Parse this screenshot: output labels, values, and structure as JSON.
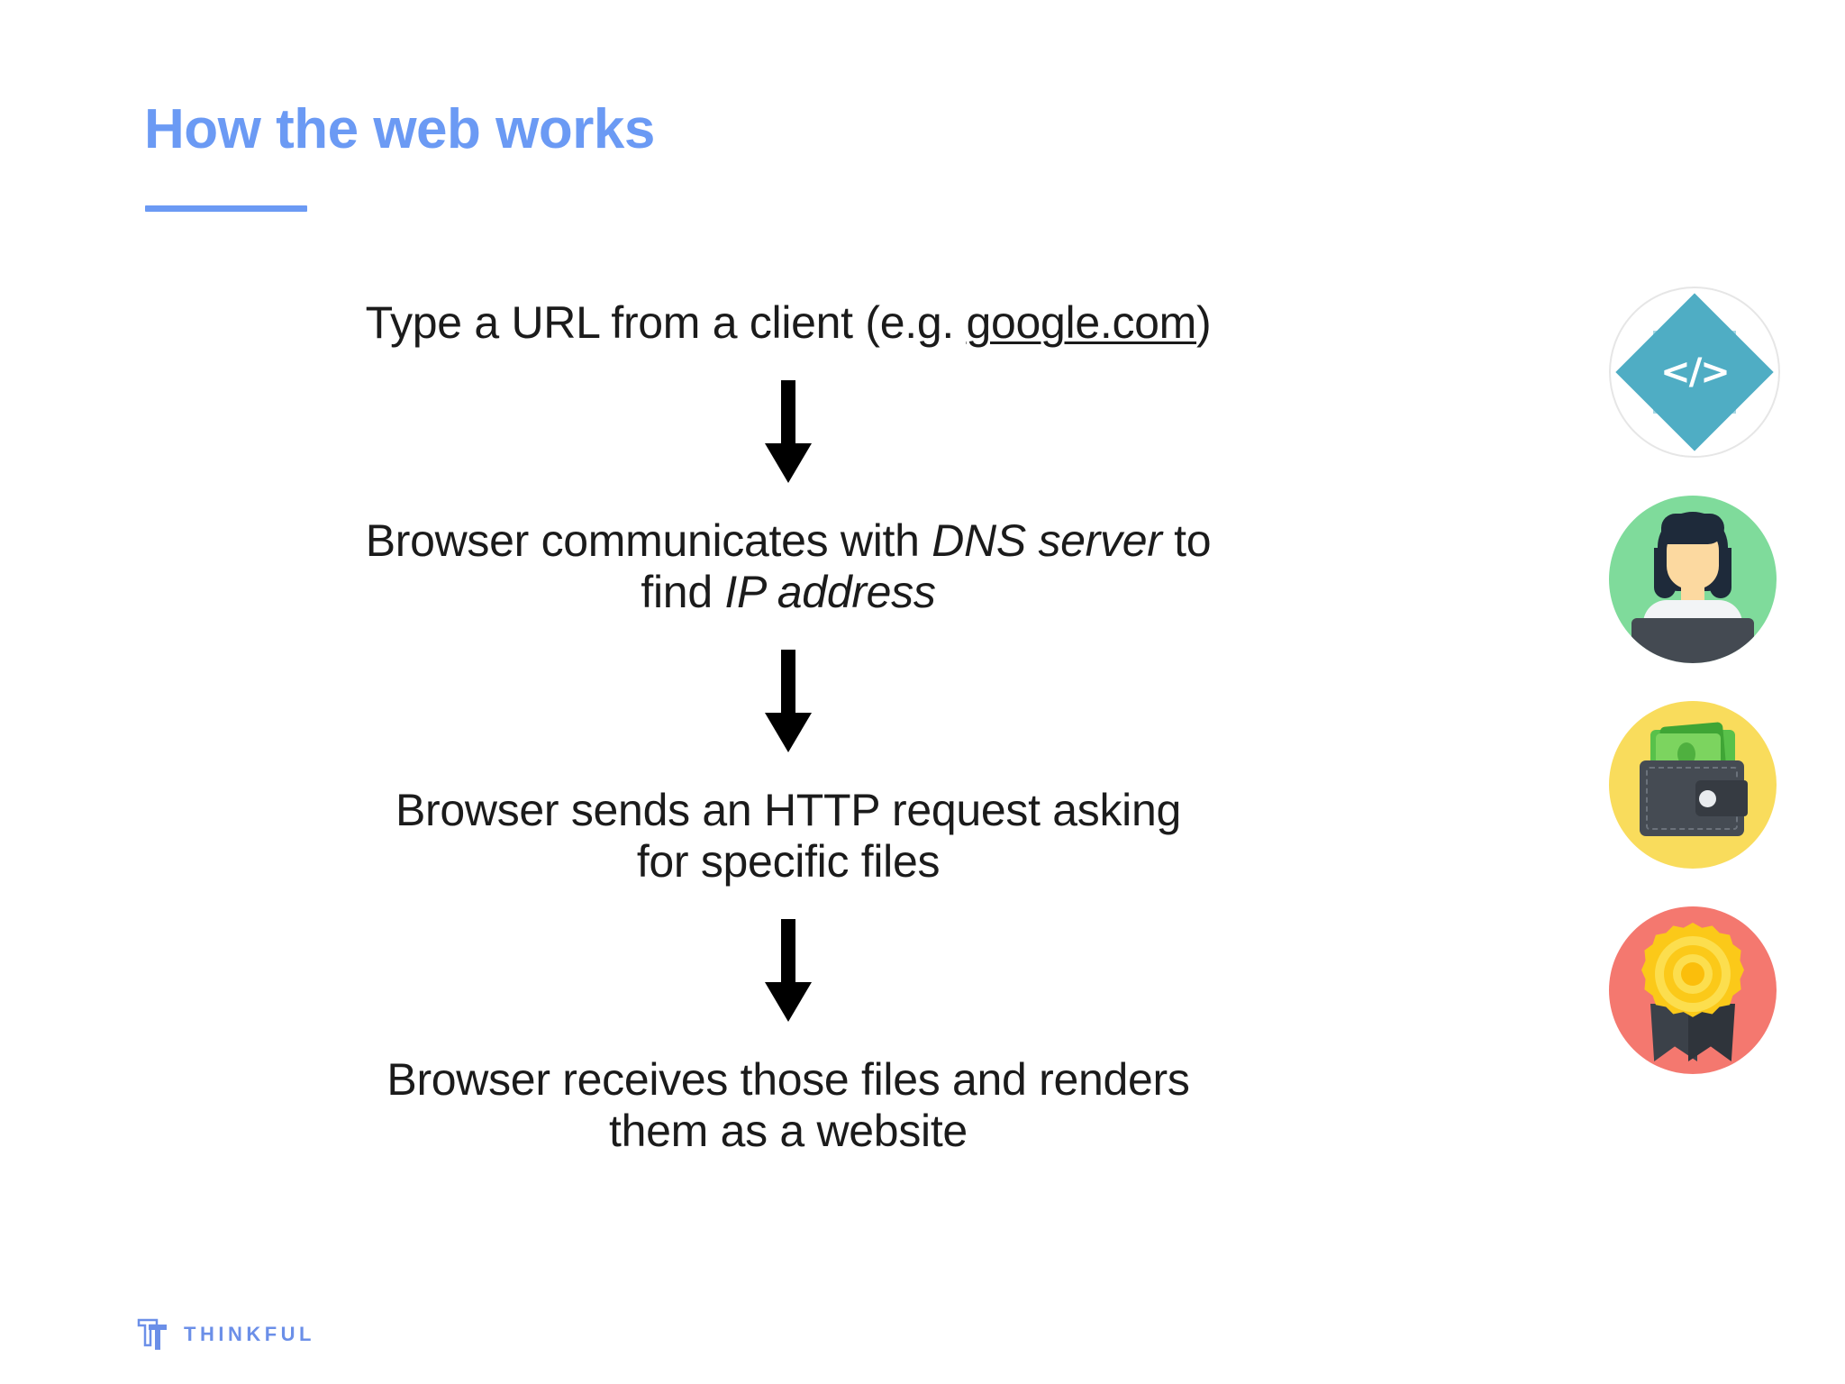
{
  "slide": {
    "title": "How the web works",
    "accent_color": "#6B9AF4",
    "background_color": "#FFFFFF",
    "body_text_color": "#1B1B1B"
  },
  "flow": {
    "steps": [
      {
        "id": "step-type-url",
        "parts": [
          {
            "text": "Type a URL from a client (e.g. ",
            "style": "normal"
          },
          {
            "text": "google.com",
            "style": "underline"
          },
          {
            "text": ")",
            "style": "normal"
          }
        ],
        "plain": "Type a URL from a client (e.g. google.com)"
      },
      {
        "id": "step-dns-lookup",
        "parts": [
          {
            "text": "Browser communicates with ",
            "style": "normal"
          },
          {
            "text": "DNS server",
            "style": "italic"
          },
          {
            "text": " to find ",
            "style": "normal"
          },
          {
            "text": "IP address",
            "style": "italic"
          }
        ],
        "plain": "Browser communicates with DNS server to find IP address",
        "line1_prefix": "Browser communicates with ",
        "line1_em": "DNS server",
        "line1_suffix": " to",
        "line2_prefix": "find ",
        "line2_em": "IP address"
      },
      {
        "id": "step-http-request",
        "plain": "Browser sends an HTTP request asking for specific files",
        "line1": "Browser sends an HTTP request asking",
        "line2": "for specific files"
      },
      {
        "id": "step-render",
        "plain": "Browser receives those files and renders them as a website",
        "line1": "Browser receives those files and renders",
        "line2": "them as a website"
      }
    ],
    "arrows": [
      {
        "name": "arrow-step1-to-step2",
        "direction": "down"
      },
      {
        "name": "arrow-step2-to-step3",
        "direction": "down"
      },
      {
        "name": "arrow-step3-to-step4",
        "direction": "down"
      }
    ],
    "arrow_color": "#000000"
  },
  "icon_rail": {
    "icons": [
      {
        "name": "code-icon",
        "label": "</>",
        "circle_color": "#FFFFFF",
        "shape_color": "#4FADC4"
      },
      {
        "name": "person-laptop-icon",
        "label": "",
        "circle_color": "#7FDB9B",
        "shape_color": "#444A52"
      },
      {
        "name": "wallet-money-icon",
        "label": "",
        "circle_color": "#F9DC5C",
        "shape_color": "#454B53"
      },
      {
        "name": "award-ribbon-icon",
        "label": "",
        "circle_color": "#F4786F",
        "shape_color": "#FBC919"
      }
    ]
  },
  "footer": {
    "brand": "THINKFUL",
    "brand_color": "#6B8FE8"
  }
}
